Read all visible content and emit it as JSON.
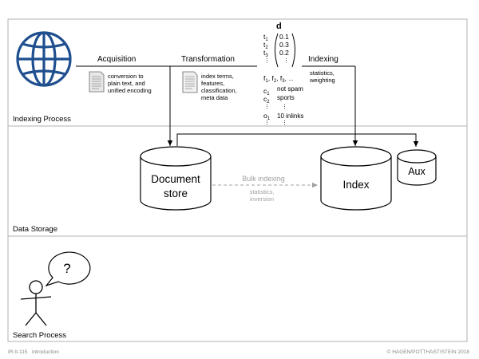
{
  "sections": {
    "indexing": "Indexing Process",
    "storage": "Data Storage",
    "search": "Search Process"
  },
  "acquisition": {
    "label": "Acquisition",
    "desc": [
      "conversion to",
      "plain text, and",
      "unified encoding"
    ]
  },
  "transformation": {
    "label": "Transformation",
    "desc": [
      "index terms,",
      "features,",
      "classification,",
      "meta data"
    ]
  },
  "indexing": {
    "label": "Indexing",
    "desc": [
      "statistics,",
      "weighting"
    ]
  },
  "vector": {
    "title": "d",
    "terms": [
      "t",
      "t",
      "t"
    ],
    "term_subs": [
      "1",
      "2",
      "3"
    ],
    "values": [
      "0.1",
      "0.3",
      "0.2"
    ],
    "features_row": [
      "f",
      "f",
      "f"
    ],
    "features_subs": [
      "1",
      "2",
      "3"
    ],
    "features_tail": "...",
    "classes": [
      "c",
      "c"
    ],
    "class_subs": [
      "1",
      "2"
    ],
    "class_values": [
      "not spam",
      "sports"
    ],
    "meta": [
      "o"
    ],
    "meta_subs": [
      "1"
    ],
    "meta_values": [
      "10 inlinks"
    ]
  },
  "stores": {
    "document": [
      "Document",
      "store"
    ],
    "index": "Index",
    "aux": "Aux"
  },
  "bulk": {
    "label": "Bulk indexing",
    "desc": [
      "statistics,",
      "inversion"
    ]
  },
  "speech": "?",
  "footer": {
    "left": "IR:II-115",
    "left_title": "Introduction",
    "right": "© HAGEN/POTTHAST/STEIN 2018"
  },
  "colors": {
    "globe": "#1f4f8f",
    "frame": "#b0b0b0",
    "bulk": "#a0a0a0"
  }
}
